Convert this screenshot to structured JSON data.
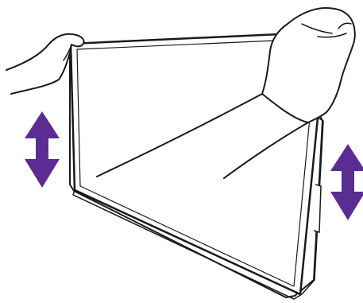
{
  "illustration": {
    "subject": "monitor-height-adjustment",
    "colors": {
      "line": "#1a1a1a",
      "fill": "#ffffff",
      "arrow": "#5b2c91"
    },
    "icons": [
      "hand-icon",
      "up-down-arrow-icon"
    ],
    "arrows": [
      {
        "direction": "up-down"
      },
      {
        "direction": "up-down"
      }
    ]
  }
}
